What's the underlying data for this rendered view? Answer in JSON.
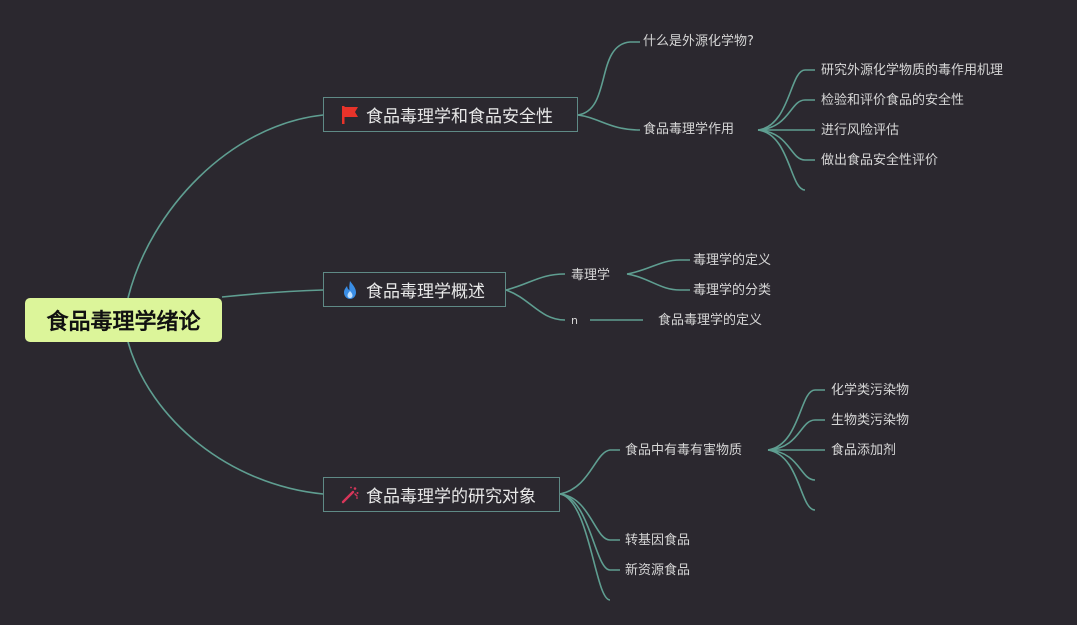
{
  "root": {
    "label": "食品毒理学绪论"
  },
  "branches": [
    {
      "label": "食品毒理学和食品安全性",
      "icon": "red-flag-icon",
      "children": [
        {
          "label": "什么是外源化学物?"
        },
        {
          "label": "食品毒理学作用",
          "children": [
            {
              "label": "研究外源化学物质的毒作用机理"
            },
            {
              "label": "检验和评价食品的安全性"
            },
            {
              "label": "进行风险评估"
            },
            {
              "label": "做出食品安全性评价"
            }
          ]
        }
      ]
    },
    {
      "label": "食品毒理学概述",
      "icon": "blue-flame-icon",
      "children": [
        {
          "label": "毒理学",
          "children": [
            {
              "label": "毒理学的定义"
            },
            {
              "label": "毒理学的分类"
            }
          ]
        },
        {
          "label": "n",
          "children": [
            {
              "label": "食品毒理学的定义"
            }
          ]
        }
      ]
    },
    {
      "label": "食品毒理学的研究对象",
      "icon": "magic-wand-icon",
      "children": [
        {
          "label": "食品中有毒有害物质",
          "children": [
            {
              "label": "化学类污染物"
            },
            {
              "label": "生物类污染物"
            },
            {
              "label": "食品添加剂"
            }
          ]
        },
        {
          "label": "转基因食品"
        },
        {
          "label": "新资源食品"
        }
      ]
    }
  ],
  "colors": {
    "background": "#2b282f",
    "link": "#5f9e91",
    "root": "#dcf59a",
    "branch_border": "#5f8a86"
  }
}
